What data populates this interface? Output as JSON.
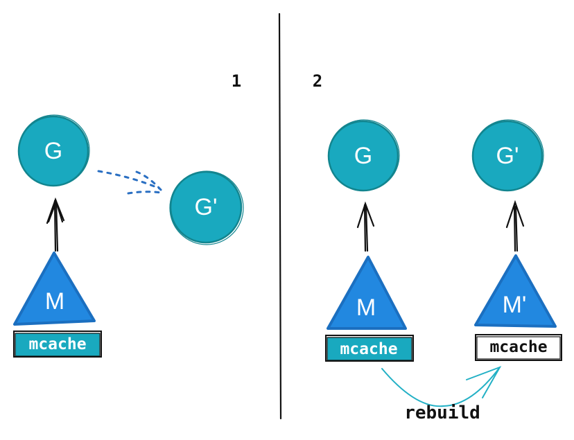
{
  "colors": {
    "goroutine_fill": "#19a9bf",
    "goroutine_stroke": "#12858f",
    "machine_fill": "#2288e0",
    "machine_stroke": "#1b6fc0",
    "cache_fill_active": "#19a9bf",
    "cache_fill_empty": "#ffffff",
    "ink": "#111111",
    "dots": "#2a6fc2",
    "rebuild_arrow": "#22b0c5"
  },
  "panel1": {
    "step_label": "1",
    "goroutine_label": "G",
    "moved_goroutine_label": "G'",
    "machine_label": "M",
    "cache_label": "mcache"
  },
  "panel2": {
    "step_label": "2",
    "goroutine_left_label": "G",
    "goroutine_right_label": "G'",
    "machine_left_label": "M",
    "machine_right_label": "M'",
    "cache_left_label": "mcache",
    "cache_right_label": "mcache",
    "rebuild_label": "rebuild"
  }
}
